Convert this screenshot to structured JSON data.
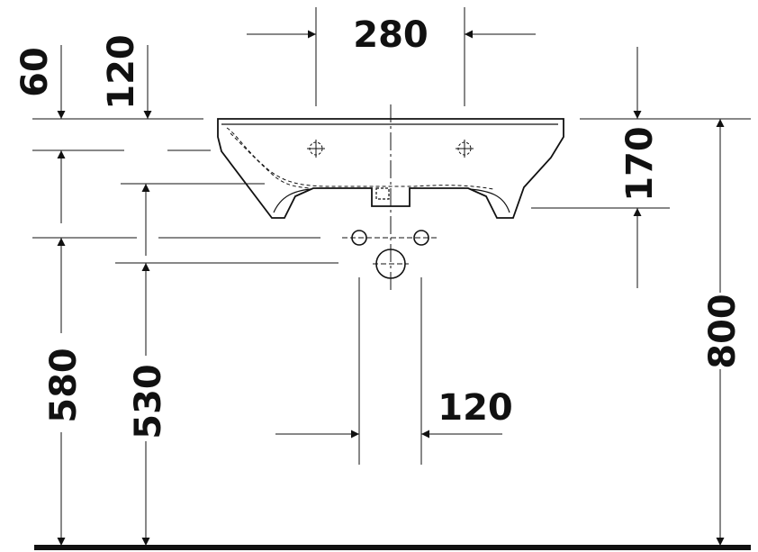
{
  "dimensions": {
    "top_width": "280",
    "left_small": "60",
    "left_mid": "120",
    "right_depth": "170",
    "left_tall": "580",
    "left_mid_tall": "530",
    "bottom_width": "120",
    "right_tall": "800"
  },
  "colors": {
    "line": "#111111",
    "background": "#ffffff"
  }
}
